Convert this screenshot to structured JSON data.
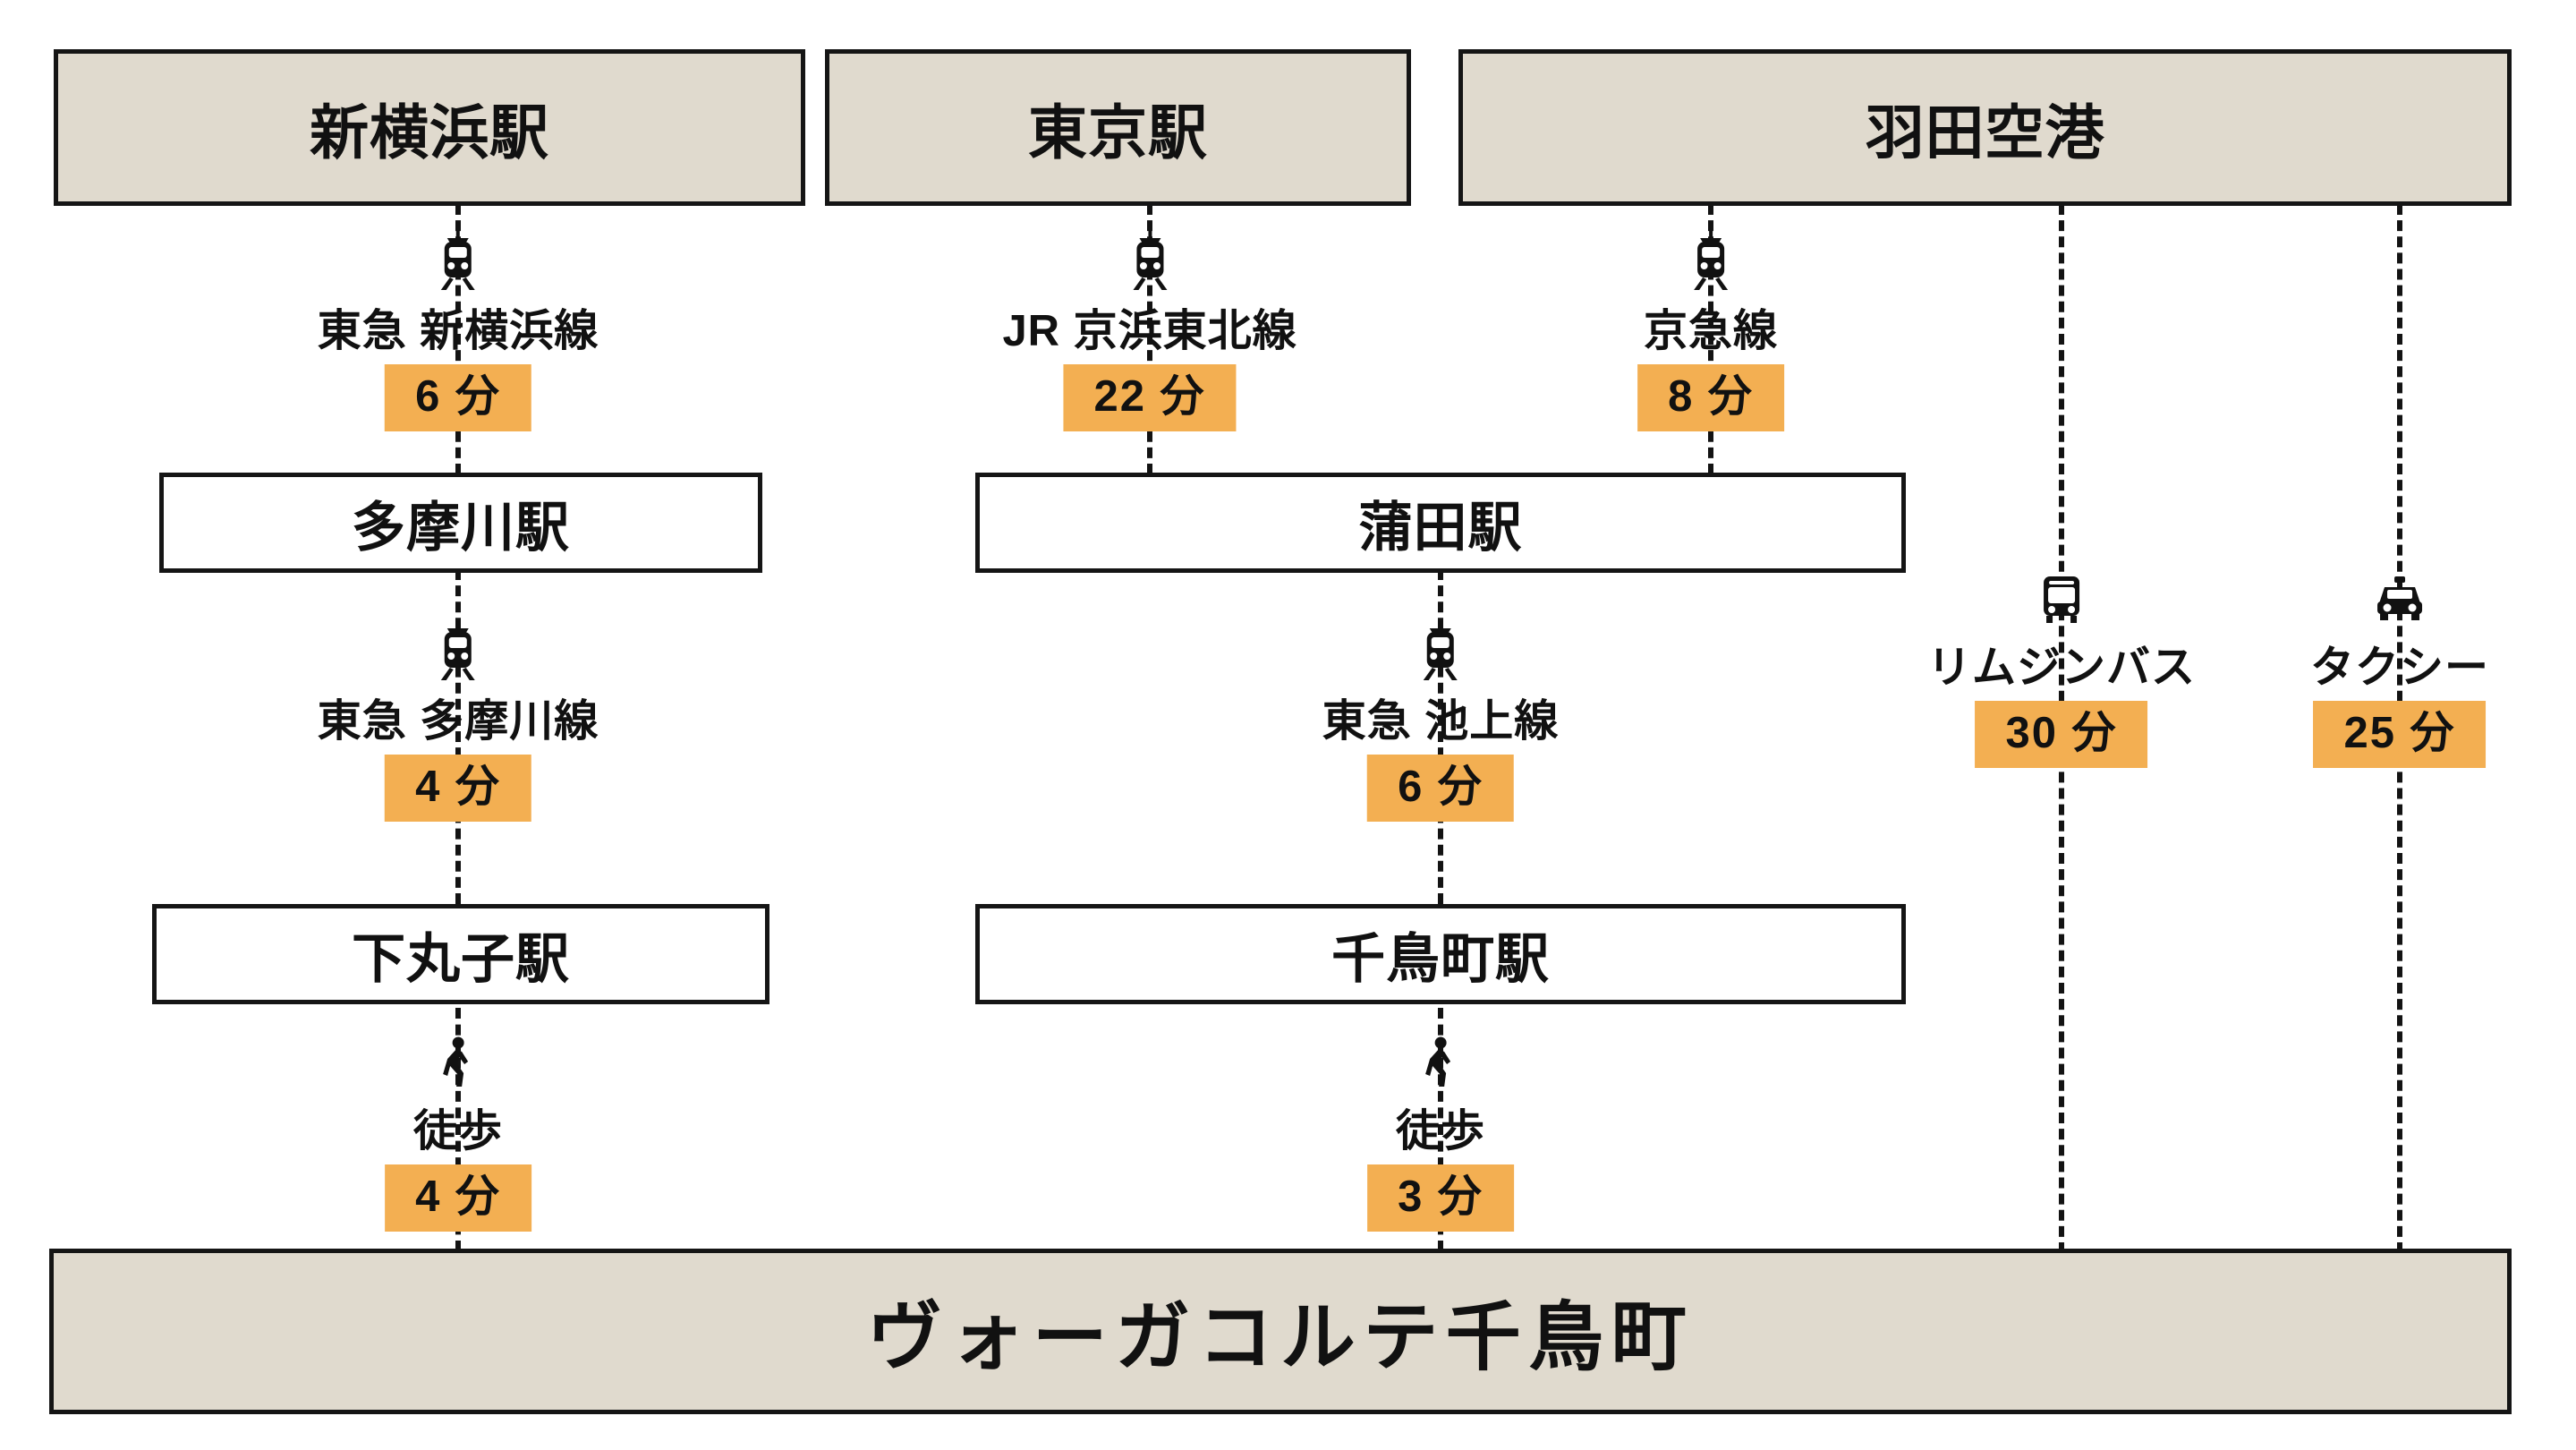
{
  "diagram": {
    "type": "access-route-diagram",
    "colors": {
      "terminal_fill": "#E0DACE",
      "station_fill": "#FFFFFF",
      "badge_fill": "#F3AF52",
      "line_color": "#131313",
      "text_color": "#111111"
    },
    "origins": [
      {
        "id": "shin-yokohama",
        "label": "新横浜駅"
      },
      {
        "id": "tokyo",
        "label": "東京駅"
      },
      {
        "id": "haneda",
        "label": "羽田空港"
      }
    ],
    "destination": {
      "label": "ヴォーガコルテ千鳥町"
    },
    "stations": [
      {
        "id": "tamagawa",
        "label": "多摩川駅"
      },
      {
        "id": "kamata",
        "label": "蒲田駅"
      },
      {
        "id": "shimomaruko",
        "label": "下丸子駅"
      },
      {
        "id": "chidoricho",
        "label": "千鳥町駅"
      }
    ],
    "segments": [
      {
        "id": "seg-toq-shinyokohama",
        "icon": "train-icon",
        "mode": "東急 新横浜線",
        "duration": "6 分"
      },
      {
        "id": "seg-jr-keihin-tohoku",
        "icon": "train-icon",
        "mode": "JR 京浜東北線",
        "duration": "22 分"
      },
      {
        "id": "seg-keikyu",
        "icon": "train-icon",
        "mode": "京急線",
        "duration": "8 分"
      },
      {
        "id": "seg-toq-tamagawa",
        "icon": "train-icon",
        "mode": "東急 多摩川線",
        "duration": "4 分"
      },
      {
        "id": "seg-toq-ikegami",
        "icon": "train-icon",
        "mode": "東急 池上線",
        "duration": "6 分"
      },
      {
        "id": "seg-limousine-bus",
        "icon": "bus-icon",
        "mode": "リムジンバス",
        "duration": "30 分"
      },
      {
        "id": "seg-taxi",
        "icon": "taxi-icon",
        "mode": "タクシー",
        "duration": "25 分"
      },
      {
        "id": "seg-walk-shimomaruko",
        "icon": "walk-icon",
        "mode": "徒歩",
        "duration": "4 分"
      },
      {
        "id": "seg-walk-chidoricho",
        "icon": "walk-icon",
        "mode": "徒歩",
        "duration": "3 分"
      }
    ]
  }
}
